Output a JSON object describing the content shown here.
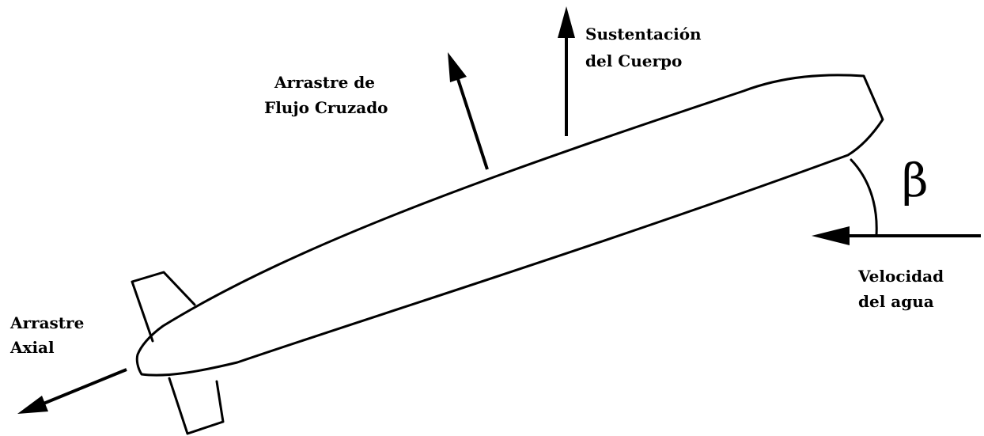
{
  "labels": {
    "body_lift_line1": "Sustentación",
    "body_lift_line2": "del Cuerpo",
    "crossflow_drag_line1": "Arrastre de",
    "crossflow_drag_line2": "Flujo Cruzado",
    "axial_drag_line1": "Arrastre",
    "axial_drag_line2": "Axial",
    "water_velocity_line1": "Velocidad",
    "water_velocity_line2": "del agua",
    "angle_symbol": "β"
  },
  "colors": {
    "ink": "#000000",
    "background": "#ffffff"
  }
}
